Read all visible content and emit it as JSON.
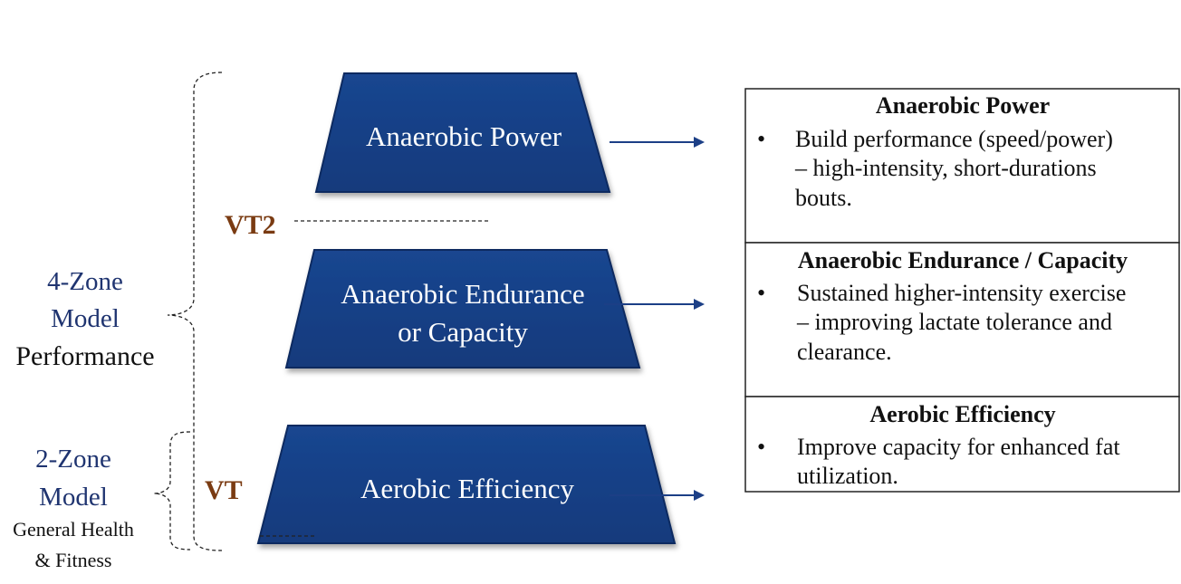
{
  "colors": {
    "trapezoid_fill": "#17418a",
    "trapezoid_dark": "#0f2f6b",
    "zone_text": "#1f3470",
    "threshold_text": "#7a3b12",
    "arrow": "#1c3f86"
  },
  "zones": [
    {
      "lines": [
        "Anaerobic Power"
      ]
    },
    {
      "lines": [
        "Anaerobic Endurance",
        "or Capacity"
      ]
    },
    {
      "lines": [
        "Aerobic Efficiency"
      ]
    }
  ],
  "thresholds": {
    "vt2": "VT2",
    "vt": "VT"
  },
  "models": {
    "four_zone": {
      "line1": "4-Zone",
      "line2": "Model",
      "line3": "Performance"
    },
    "two_zone": {
      "line1": "2-Zone",
      "line2": "Model",
      "line3": "General Health",
      "line4": "& Fitness"
    }
  },
  "descriptions": [
    {
      "title": "Anaerobic Power",
      "bullet": "•",
      "lines": [
        "Build performance (speed/power)",
        "– high-intensity, short-durations",
        "bouts."
      ]
    },
    {
      "title": "Anaerobic Endurance / Capacity",
      "bullet": "•",
      "lines": [
        "Sustained higher-intensity exercise",
        "– improving lactate tolerance and",
        "clearance."
      ]
    },
    {
      "title": "Aerobic Efficiency",
      "bullet": "•",
      "lines": [
        "Improve capacity for enhanced fat",
        "utilization."
      ]
    }
  ]
}
